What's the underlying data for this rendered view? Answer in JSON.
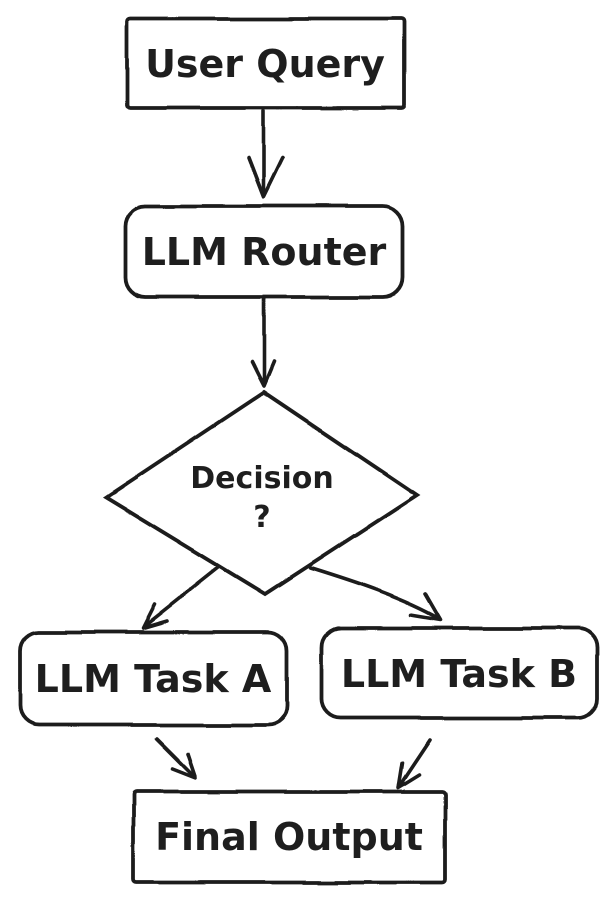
{
  "diagram": {
    "background_color": "#ffffff",
    "stroke_color": "#1e1e1e",
    "style": "hand-drawn-flowchart",
    "nodes": {
      "user_query": {
        "label": "User Query",
        "shape": "rectangle"
      },
      "llm_router": {
        "label": "LLM Router",
        "shape": "rounded-rectangle"
      },
      "decision": {
        "label_line1": "Decision",
        "label_line2": "?",
        "shape": "diamond"
      },
      "llm_task_a": {
        "label": "LLM Task A",
        "shape": "rounded-rectangle"
      },
      "llm_task_b": {
        "label": "LLM Task B",
        "shape": "rounded-rectangle"
      },
      "final_output": {
        "label": "Final Output",
        "shape": "rectangle"
      }
    },
    "edges": [
      {
        "from": "User Query",
        "to": "LLM Router",
        "style": "straight-arrow"
      },
      {
        "from": "LLM Router",
        "to": "Decision ?",
        "style": "straight-arrow"
      },
      {
        "from": "Decision ?",
        "to": "LLM Task A",
        "style": "straight-arrow"
      },
      {
        "from": "Decision ?",
        "to": "LLM Task B",
        "style": "curved-arrow"
      },
      {
        "from": "LLM Task A",
        "to": "Final Output",
        "style": "straight-arrow"
      },
      {
        "from": "LLM Task B",
        "to": "Final Output",
        "style": "straight-arrow"
      }
    ]
  }
}
